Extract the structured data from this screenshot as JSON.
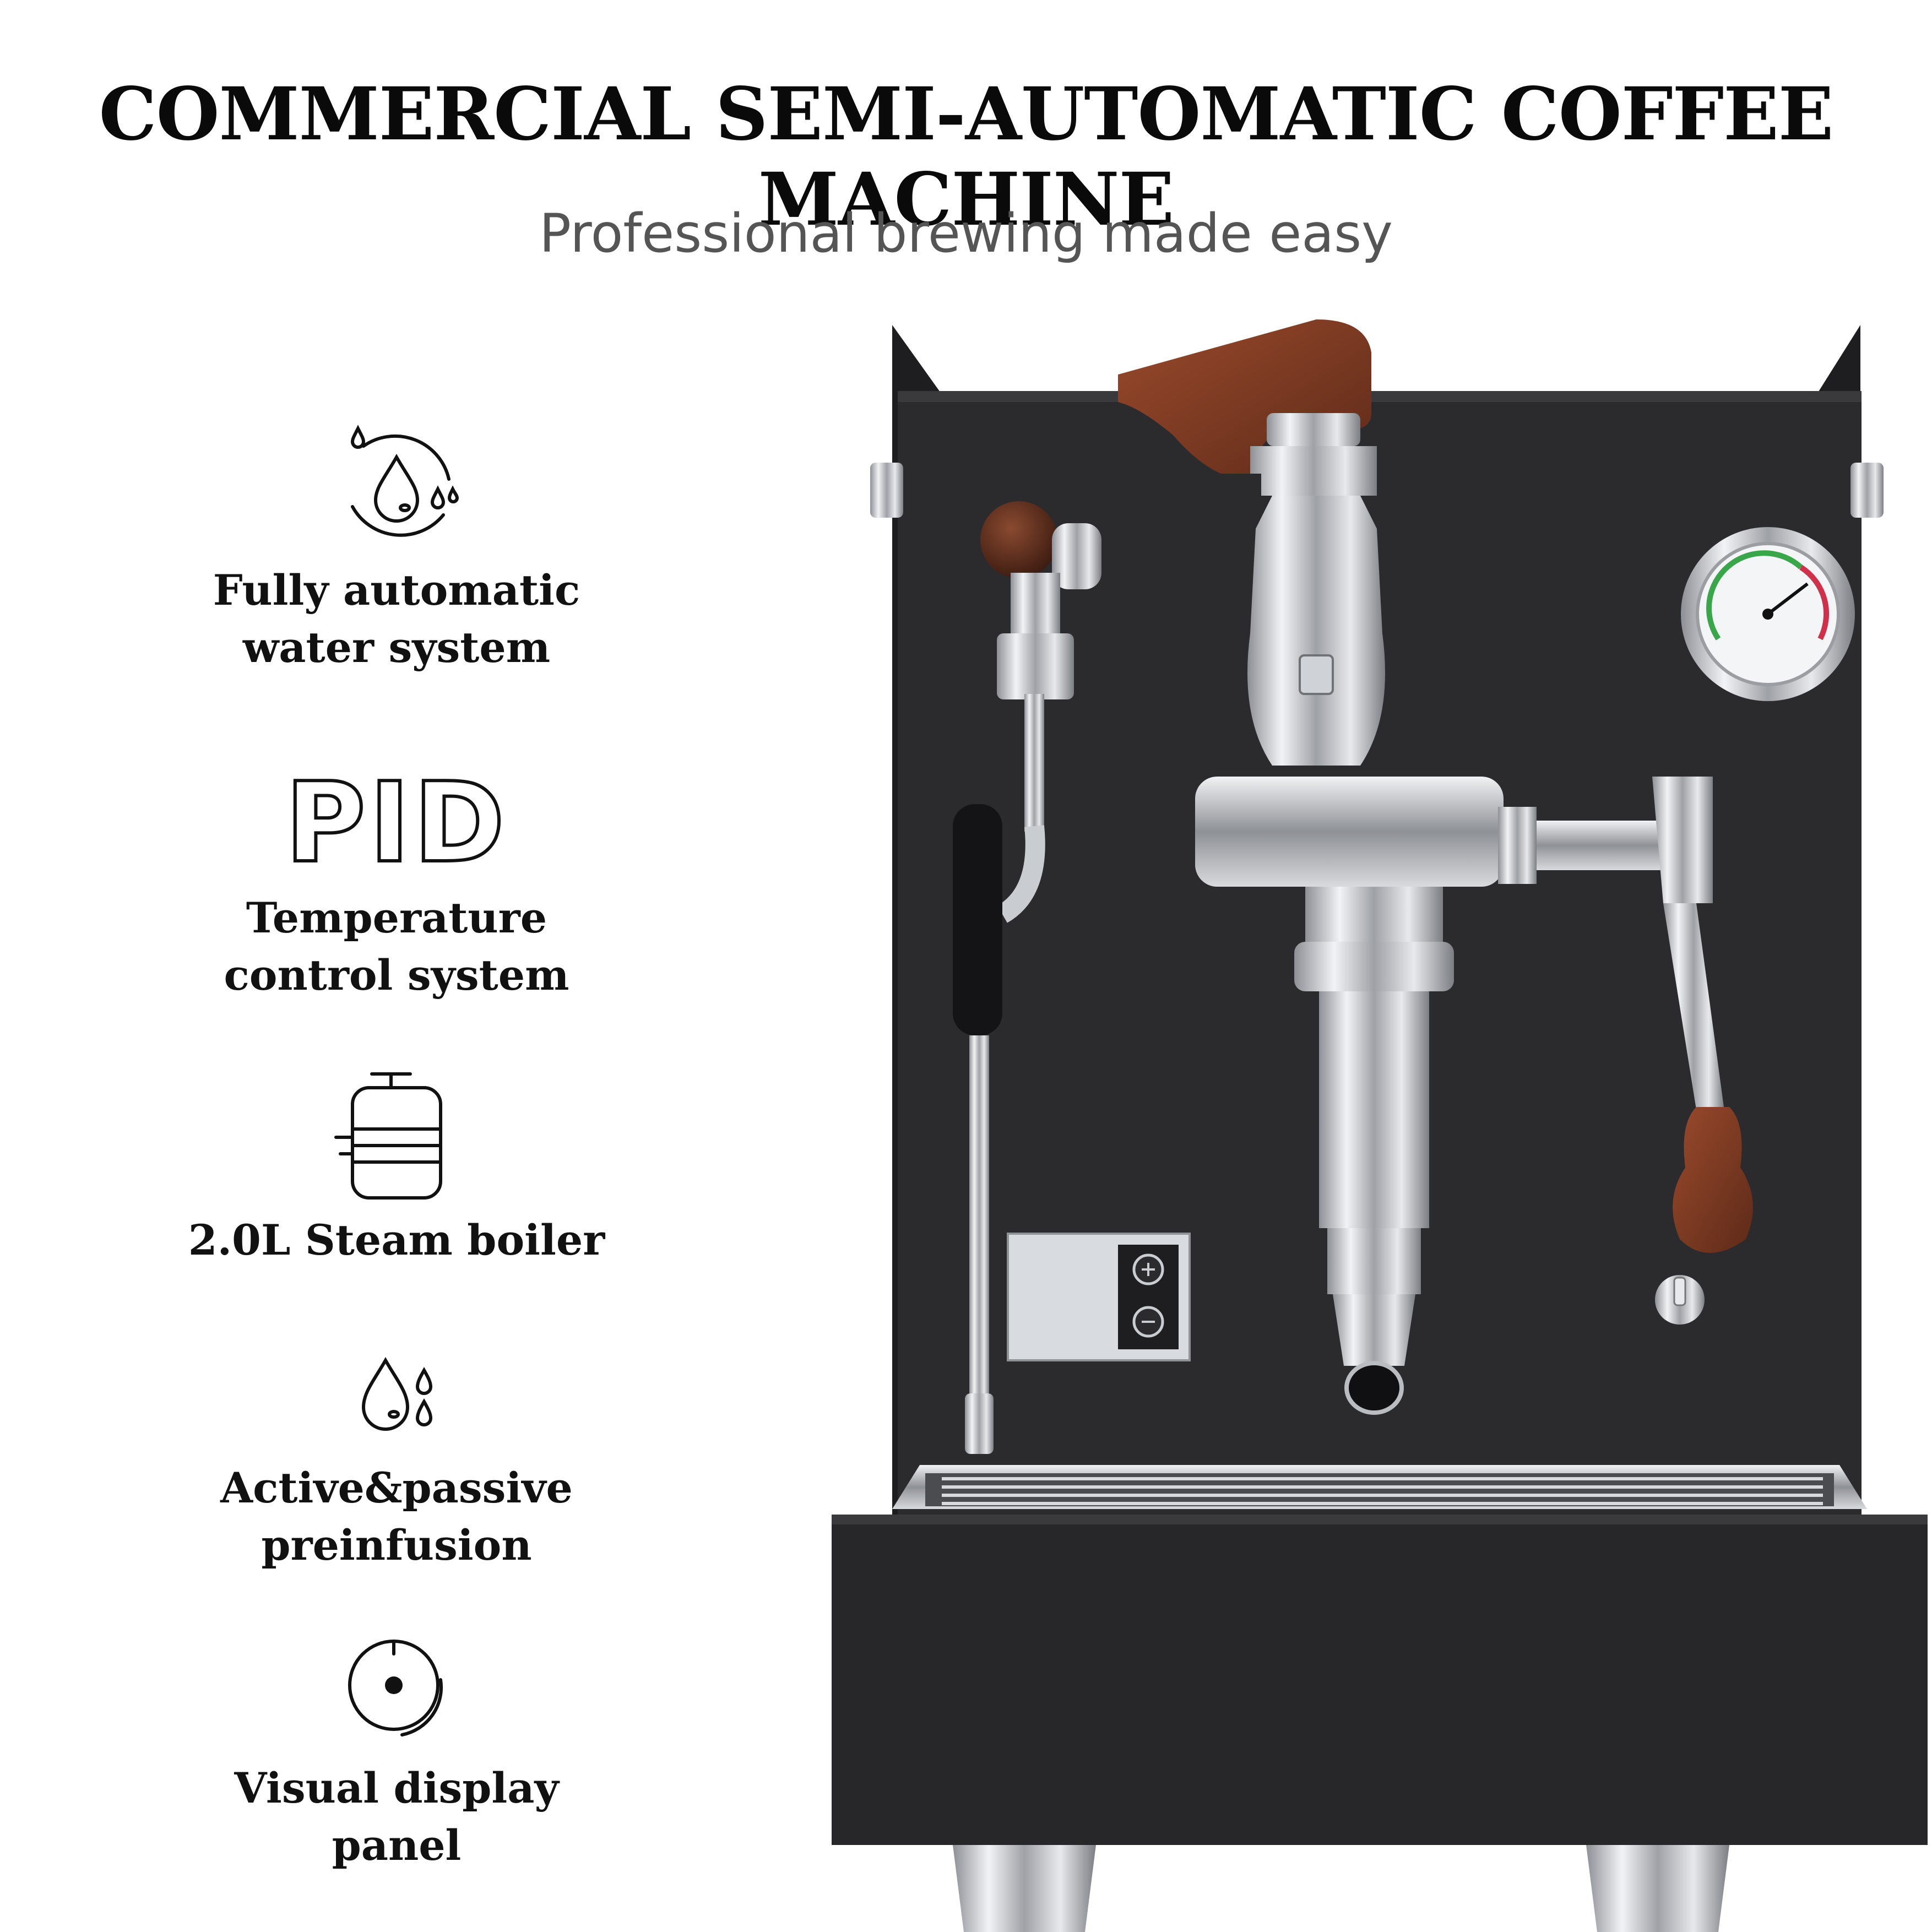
{
  "header": {
    "title": "COMMERCIAL SEMI-AUTOMATIC COFFEE MACHINE",
    "subtitle": "Professional brewing made easy"
  },
  "features": [
    {
      "icon": "water-cycle-icon",
      "line1": "Fully automatic",
      "line2": "water system"
    },
    {
      "icon": "pid-text-icon",
      "badge": "PID",
      "line1": "Temperature",
      "line2": "control system"
    },
    {
      "icon": "boiler-icon",
      "line1": "2.0L Steam boiler"
    },
    {
      "icon": "droplets-icon",
      "line1": "Active&passive",
      "line2": "preinfusion"
    },
    {
      "icon": "display-dial-icon",
      "line1": "Visual display",
      "line2": "panel"
    }
  ],
  "colors": {
    "machine_body": "#2b2b2d",
    "wood": "#7a3b24",
    "chrome": "#d9dce0"
  }
}
